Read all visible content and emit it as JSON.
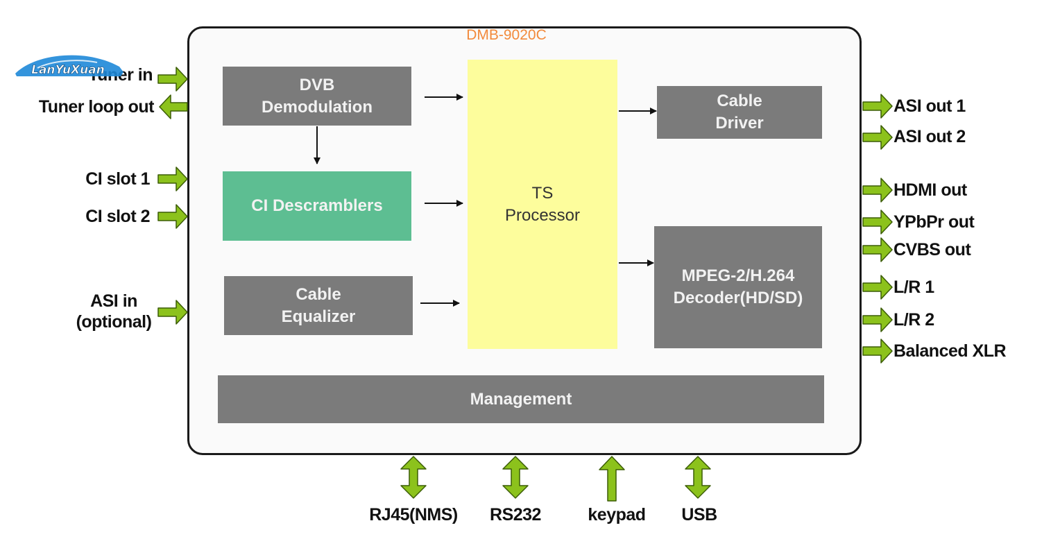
{
  "device": {
    "title": "DMB-9020C",
    "blocks": {
      "dvb_demod": "DVB\nDemodulation",
      "ci_descramblers": "CI Descramblers",
      "cable_equalizer": "Cable\nEqualizer",
      "ts_processor": "TS\nProcessor",
      "cable_driver": "Cable\nDriver",
      "decoder": "MPEG-2/H.264\nDecoder(HD/SD)",
      "management": "Management"
    }
  },
  "inputs": {
    "tuner_in": "Tuner in",
    "tuner_loop_out": "Tuner loop out",
    "ci_slot_1": "CI slot 1",
    "ci_slot_2": "CI slot 2",
    "asi_in": "ASI in\n(optional)"
  },
  "outputs": {
    "asi_out_1": "ASI out 1",
    "asi_out_2": "ASI out 2",
    "hdmi_out": "HDMI out",
    "ypbpr_out": "YPbPr out",
    "cvbs_out": "CVBS out",
    "lr_1": "L/R 1",
    "lr_2": "L/R 2",
    "balanced_xlr": "Balanced XLR"
  },
  "bottom_ports": {
    "rj45": "RJ45(NMS)",
    "rs232": "RS232",
    "keypad": "keypad",
    "usb": "USB"
  },
  "watermark": {
    "text": "LanYuXuan"
  },
  "colors": {
    "arrow_green": "#8cc21c",
    "arrow_outline": "#3b5c06",
    "block_gray": "#7b7b7b",
    "block_green": "#5dbe92",
    "ts_yellow": "#fdfd9c",
    "title_orange": "#f28a3c",
    "watermark_blue": "#1e88d8"
  }
}
